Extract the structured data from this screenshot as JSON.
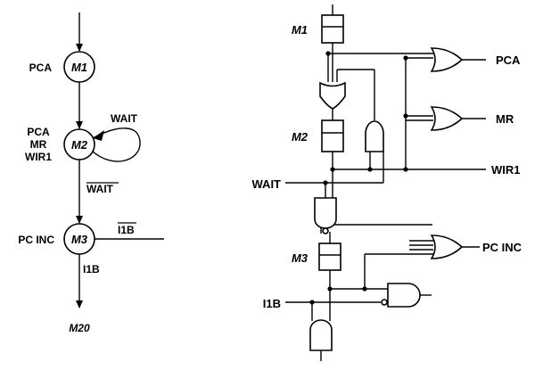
{
  "flow": {
    "states": [
      {
        "id": "M1",
        "outputs": [
          "PCA"
        ]
      },
      {
        "id": "M2",
        "outputs": [
          "PCA",
          "MR",
          "WIR1"
        ]
      },
      {
        "id": "M3",
        "outputs": [
          "PC INC"
        ]
      }
    ],
    "m2_loop_label": "WAIT",
    "m2_exit_label": "WAIT",
    "m3_side_label": "I1B",
    "m3_exit_label": "I1B",
    "next_state": "M20"
  },
  "circuit": {
    "flipflops": [
      "M1",
      "M2",
      "M3"
    ],
    "inputs": [
      "WAIT",
      "I1B"
    ],
    "outputs": [
      "PCA",
      "MR",
      "WIR1",
      "PC INC"
    ]
  }
}
